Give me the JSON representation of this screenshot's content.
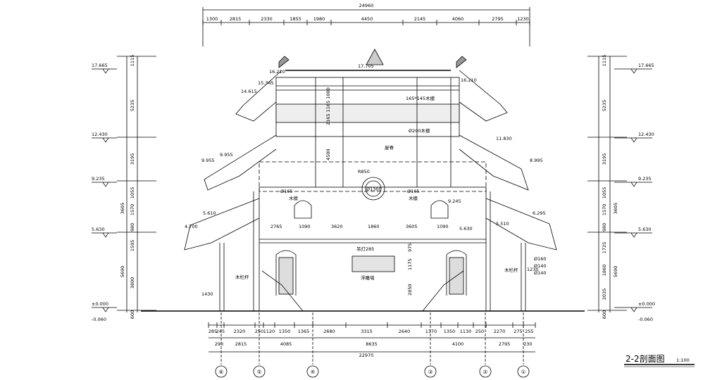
{
  "top_dimension": {
    "total": "24960",
    "segments": [
      "1300",
      "2815",
      "2330",
      "1855",
      "1980",
      "4450",
      "2145",
      "4060",
      "2795",
      "1230"
    ]
  },
  "bottom_dimensions": {
    "row1": [
      "285",
      "245",
      "2320",
      "250",
      "1120",
      "1350",
      "1365",
      "2680",
      "3315",
      "2640",
      "1370",
      "1350",
      "1130",
      "250",
      "2270",
      "275",
      "255"
    ],
    "row2": [
      "290",
      "2815",
      "4085",
      "8635",
      "4100",
      "2795",
      "230"
    ],
    "total": "22970"
  },
  "axes": [
    "⑥",
    "⑤",
    "④",
    "③",
    "②",
    "①"
  ],
  "left_levels": {
    "elevations": [
      "17.665",
      "12.430",
      "9.235",
      "5.630",
      "±0.000",
      "-0.060"
    ],
    "dims": [
      "1115",
      "5235",
      "3195",
      "1055",
      "1570",
      "3605",
      "980",
      "1595",
      "3800",
      "5690",
      "600"
    ]
  },
  "right_levels": {
    "elevations": [
      "17.665",
      "12.430",
      "9.235",
      "5.630",
      "±0.000",
      "-0.060"
    ],
    "dims": [
      "1115",
      "5235",
      "3195",
      "1055",
      "1570",
      "3605",
      "980",
      "1725",
      "1860",
      "5690",
      "2035",
      "600"
    ]
  },
  "annotations": {
    "e17705": "17.705",
    "e16210l": "16.210",
    "e16210r": "16.210",
    "e15345": "15.345",
    "e14615": "14.615",
    "e11830": "11.830",
    "e9955l": "9.955",
    "e9955b": "9.955",
    "e8995": "8.995",
    "e9245": "9.245",
    "e5610": "5.610",
    "e4700": "4.700",
    "e6295": "6.295",
    "e5510": "5.510",
    "e5630m": "5.630",
    "r850": "R850",
    "r1300": "Ø1300",
    "d1300": "Ø1300",
    "d165l": "Ø165",
    "d165r": "Ø165",
    "d160": "Ø160",
    "d140a": "Ø140",
    "d140b": "Ø140",
    "d200": "Ø200木檩",
    "beam165": "165*145木檩",
    "mc1": "木檩",
    "mc2": "木檩",
    "ridge": "屋脊",
    "lamp": "吊灯285",
    "relief": "浮雕墙",
    "rail_l": "木栏杆",
    "rail_r": "木栏杆",
    "d1430": "1430",
    "d1230": "1230",
    "d2765": "2765",
    "d1090a": "1090",
    "d3620": "3620",
    "d1860": "1860",
    "d3605": "3605",
    "d1090b": "1090",
    "v1175": "1175",
    "v2850": "2850",
    "v975": "975",
    "v4500": "4500",
    "v2165": "2165 1165 1000"
  },
  "title": "2-2剖面图",
  "scale": "1:100"
}
